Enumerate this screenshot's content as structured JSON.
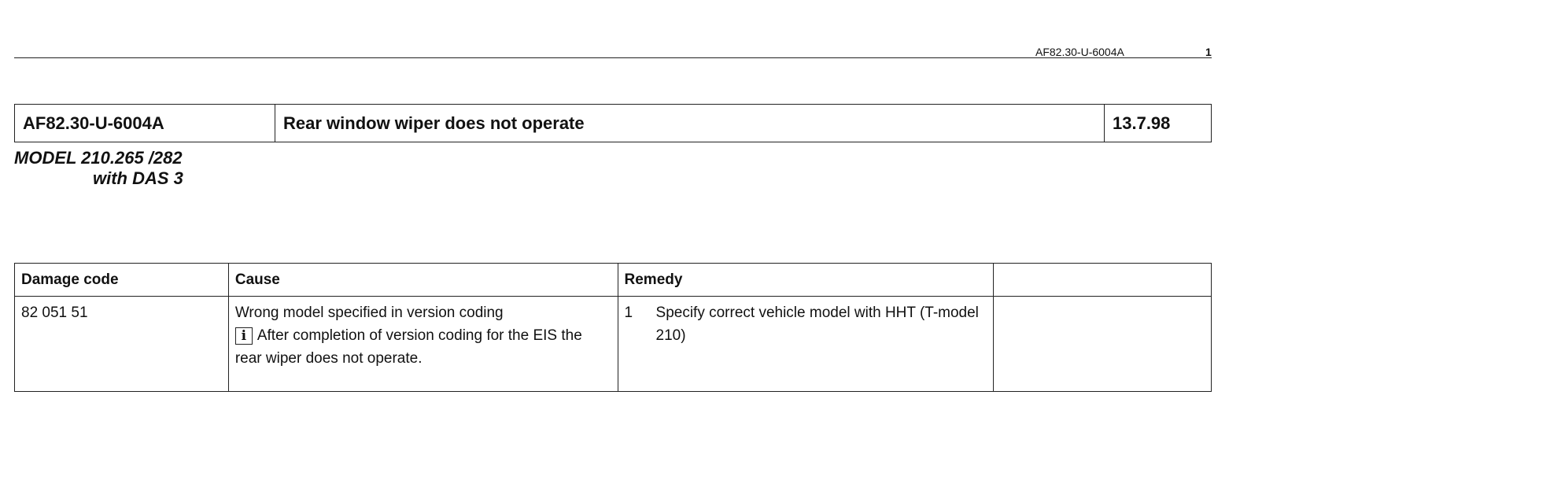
{
  "header": {
    "doc_ref": "AF82.30-U-6004A",
    "page_number": "1"
  },
  "title_box": {
    "code": "AF82.30-U-6004A",
    "description": "Rear window wiper does not operate",
    "date": "13.7.98"
  },
  "model": {
    "line1": "MODEL 210.265 /282",
    "line2": "with DAS 3"
  },
  "table": {
    "headers": [
      "Damage code",
      "Cause",
      "Remedy",
      ""
    ],
    "rows": [
      {
        "damage_code": "82 051 51",
        "cause_main": "Wrong model specified in version coding",
        "cause_info_icon": "info-icon",
        "cause_note": "After completion of version coding for the EIS the rear wiper does not operate.",
        "remedy_step": "1",
        "remedy_text": "Specify correct vehicle model with HHT (T-model 210)",
        "extra": ""
      }
    ]
  }
}
